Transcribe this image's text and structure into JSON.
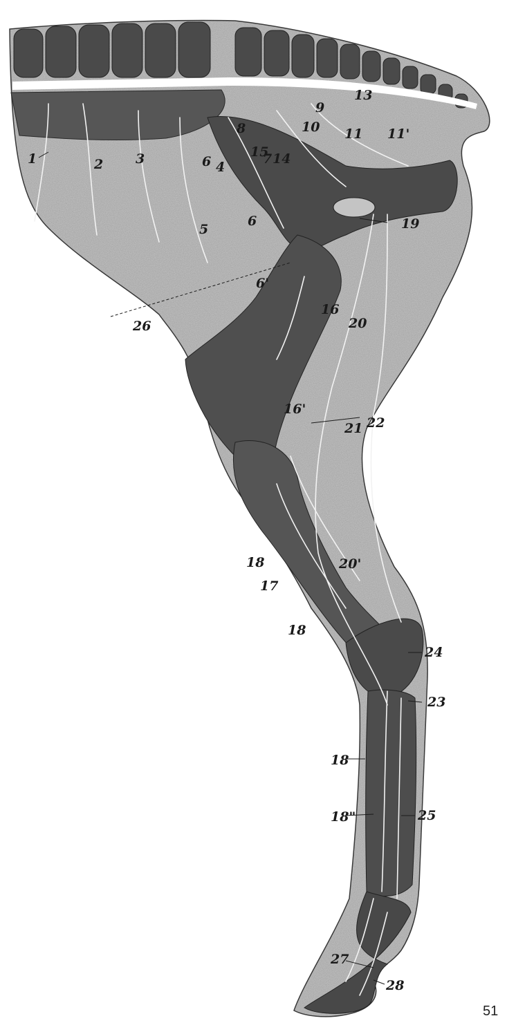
{
  "figure": {
    "page_number": "51",
    "labels": {
      "l1": "1",
      "l2": "2",
      "l3": "3",
      "l4": "4",
      "l5": "5",
      "l6": "6",
      "l6a": "6'",
      "l6b": "6",
      "l7": "7",
      "l8": "8",
      "l9": "9",
      "l10": "10",
      "l11": "11",
      "l11a": "11'",
      "l13": "13",
      "l14": "14",
      "l15": "15",
      "l16": "16",
      "l16a": "16'",
      "l17": "17",
      "l18a": "18",
      "l18b": "18",
      "l18c": "18",
      "l18d": "18\"",
      "l19": "19",
      "l20": "20",
      "l20a": "20'",
      "l21": "21",
      "l22": "22",
      "l23": "23",
      "l24": "24",
      "l25": "25",
      "l26": "26",
      "l27": "27",
      "l28": "28"
    },
    "colors": {
      "paper": "#ffffff",
      "skin": "#c4c4c4",
      "muscle": "#565656",
      "bone": "#4a4a4a",
      "nerve": "#f2f2f2",
      "ink": "#1a1a1a"
    }
  }
}
